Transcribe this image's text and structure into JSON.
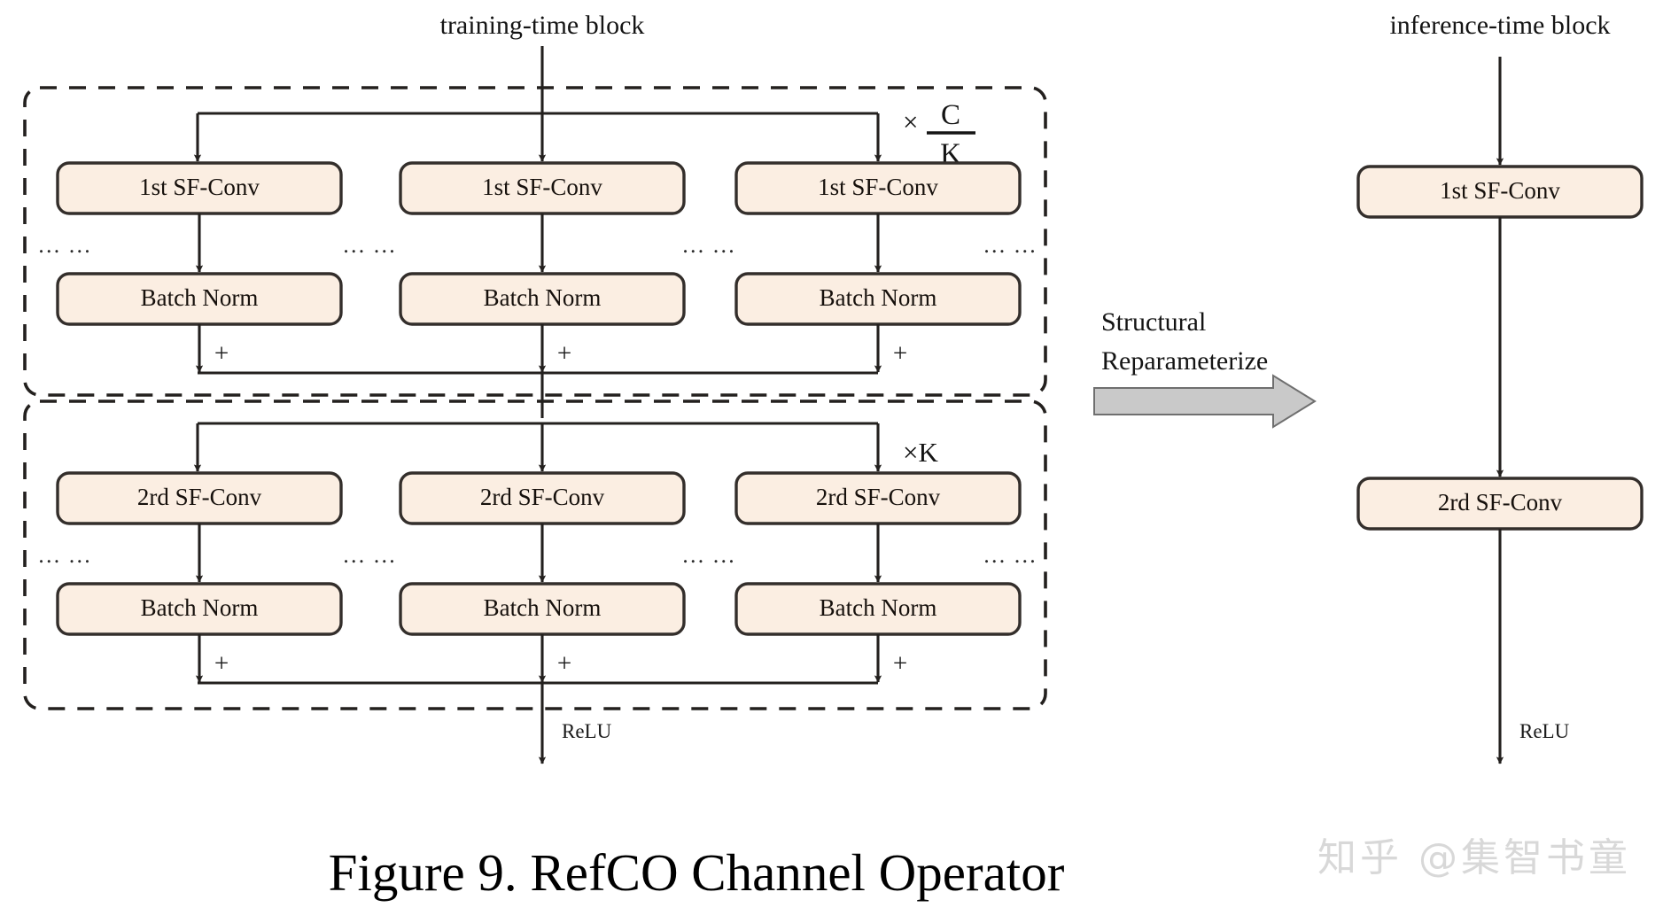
{
  "figure": {
    "caption": "Figure 9. RefCO Channel Operator",
    "watermark": "知乎 @集智书童"
  },
  "colors": {
    "box_fill": "#fbeee2",
    "box_stroke": "#332e2b",
    "wire": "#23201e",
    "dashed_border": "#23201e",
    "reparam_arrow_fill": "#c9c9c9",
    "caption_text": "#000000",
    "watermark_text": "#d8d8d8",
    "page_background": "#ffffff"
  },
  "left_panel": {
    "title": "training-time block",
    "groups": [
      {
        "id": "group-1st",
        "multiplier_prefix": "×",
        "multiplier_numerator": "C",
        "multiplier_denominator": "K",
        "multiplier_text": "× C/K",
        "rows": [
          {
            "id": "row-sfconv-1",
            "label": "1st SF-Conv",
            "columns": [
              "1st SF-Conv",
              "1st SF-Conv",
              "1st SF-Conv"
            ]
          },
          {
            "id": "row-batchnorm-1",
            "label": "Batch Norm",
            "columns": [
              "Batch Norm",
              "Batch Norm",
              "Batch Norm"
            ]
          }
        ],
        "sum_label": "+",
        "ellipsis": "… …"
      },
      {
        "id": "group-2rd",
        "multiplier_prefix": "×",
        "multiplier_numerator": "K",
        "multiplier_denominator": "",
        "multiplier_text": "×K",
        "rows": [
          {
            "id": "row-sfconv-2",
            "label": "2rd SF-Conv",
            "columns": [
              "2rd SF-Conv",
              "2rd SF-Conv",
              "2rd SF-Conv"
            ]
          },
          {
            "id": "row-batchnorm-2",
            "label": "Batch Norm",
            "columns": [
              "Batch Norm",
              "Batch Norm",
              "Batch Norm"
            ]
          }
        ],
        "sum_label": "+",
        "ellipsis": "… …"
      }
    ],
    "output_activation": "ReLU"
  },
  "transition": {
    "label_line1": "Structural",
    "label_line2": "Reparameterize",
    "arrow_direction": "right"
  },
  "right_panel": {
    "title": "inference-time block",
    "blocks": [
      {
        "id": "inf-block-1",
        "label": "1st SF-Conv"
      },
      {
        "id": "inf-block-2",
        "label": "2rd SF-Conv"
      }
    ],
    "output_activation": "ReLU"
  }
}
